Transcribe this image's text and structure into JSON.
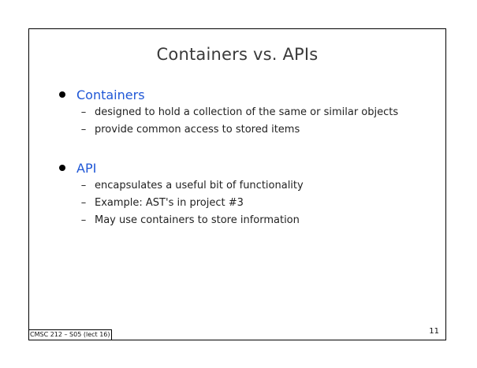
{
  "slide": {
    "title": "Containers vs. APIs",
    "sections": [
      {
        "label": "Containers",
        "items": [
          "designed to hold a collection of the same or similar objects",
          "provide common access to stored items"
        ]
      },
      {
        "label": "API",
        "items": [
          "encapsulates a useful bit of functionality",
          "Example: AST's in project #3",
          "May use containers to store information"
        ]
      }
    ],
    "footer": "CMSC 212 – S05 (lect 16)",
    "page_number": "11"
  },
  "colors": {
    "heading": "#1f57d6",
    "title": "#3a3a3a",
    "text": "#222222"
  },
  "icons": {
    "section_bullet": "filled-circle",
    "sub_bullet": "en-dash"
  }
}
